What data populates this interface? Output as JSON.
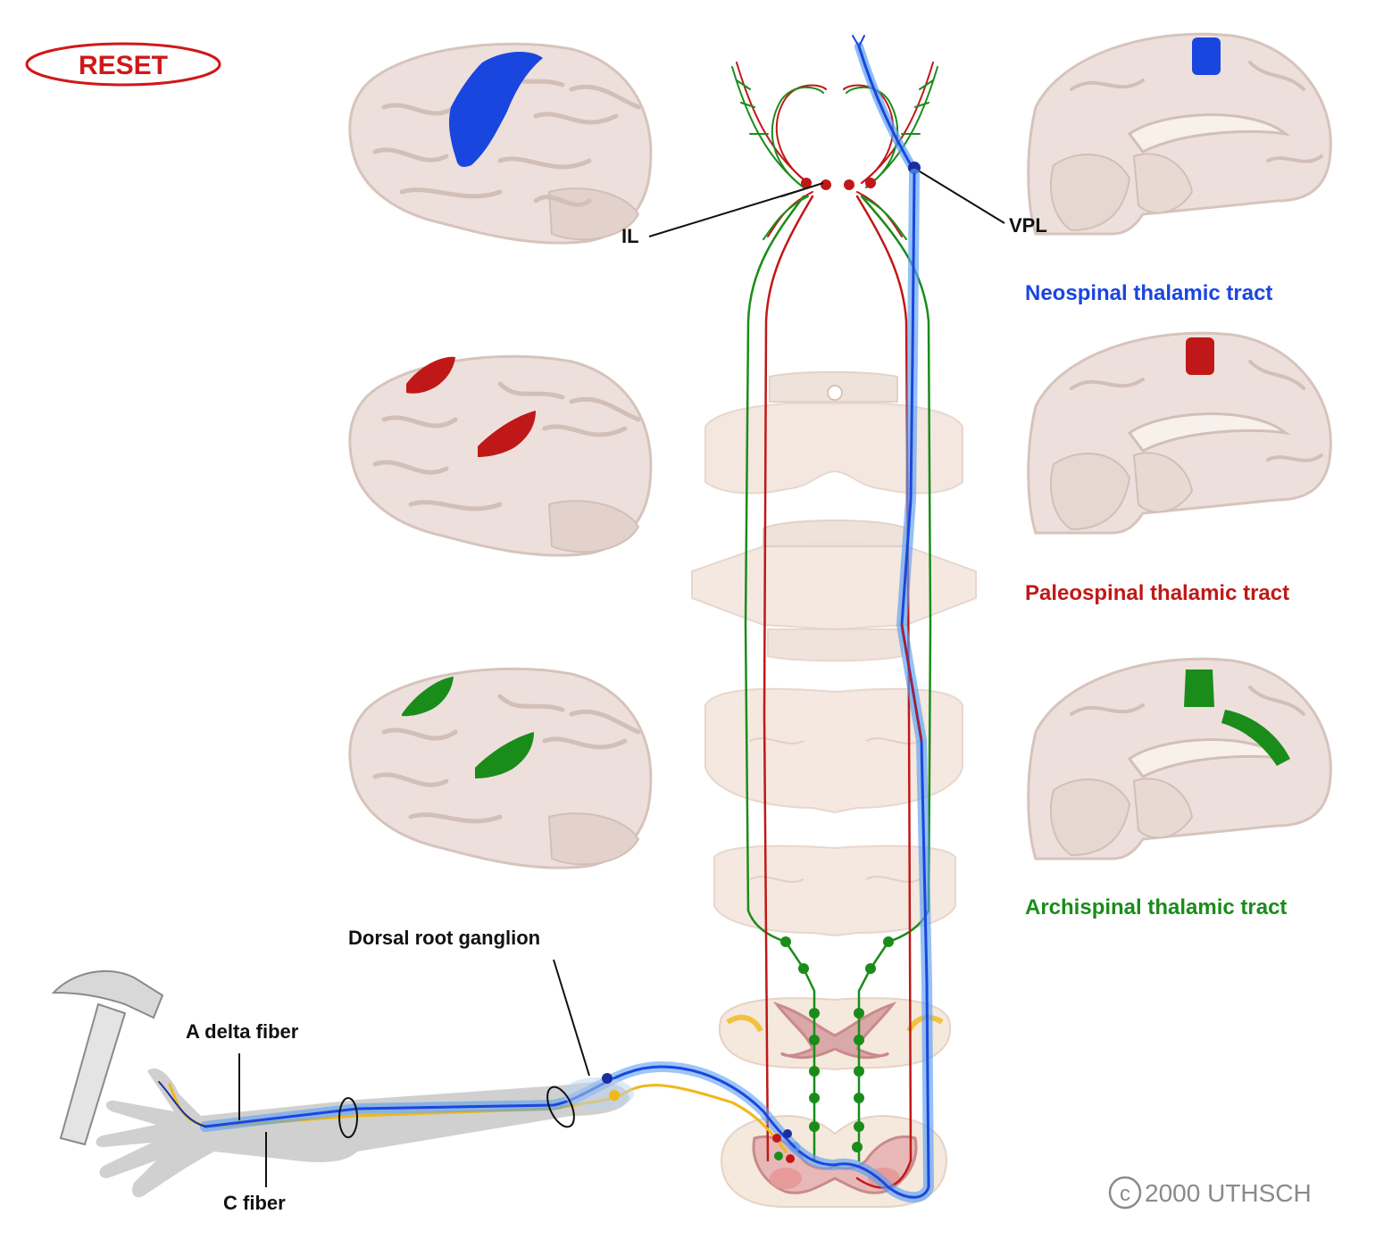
{
  "controls": {
    "reset_label": "RESET"
  },
  "tracts": {
    "neospinal": {
      "label": "Neospinal thalamic tract",
      "color": "#1040d8"
    },
    "paleospinal": {
      "label": "Paleospinal thalamic tract",
      "color": "#c01818"
    },
    "archispinal": {
      "label": "Archispinal thalamic tract",
      "color": "#1a8c1a"
    }
  },
  "annotations": {
    "il": "IL",
    "vpl": "VPL",
    "dorsal_root_ganglion": "Dorsal root ganglion",
    "a_delta_fiber": "A delta fiber",
    "c_fiber": "C fiber"
  },
  "copyright": {
    "symbol": "c",
    "text": "2000 UTHSCH"
  },
  "colors": {
    "brain_fill": "#ede0dc",
    "brain_line": "#d2bfb8",
    "tissue": "#f3e6dd",
    "a_delta": "#1a46e0",
    "c_fiber": "#f0b818",
    "skin_shade": "#c8c8c8"
  }
}
